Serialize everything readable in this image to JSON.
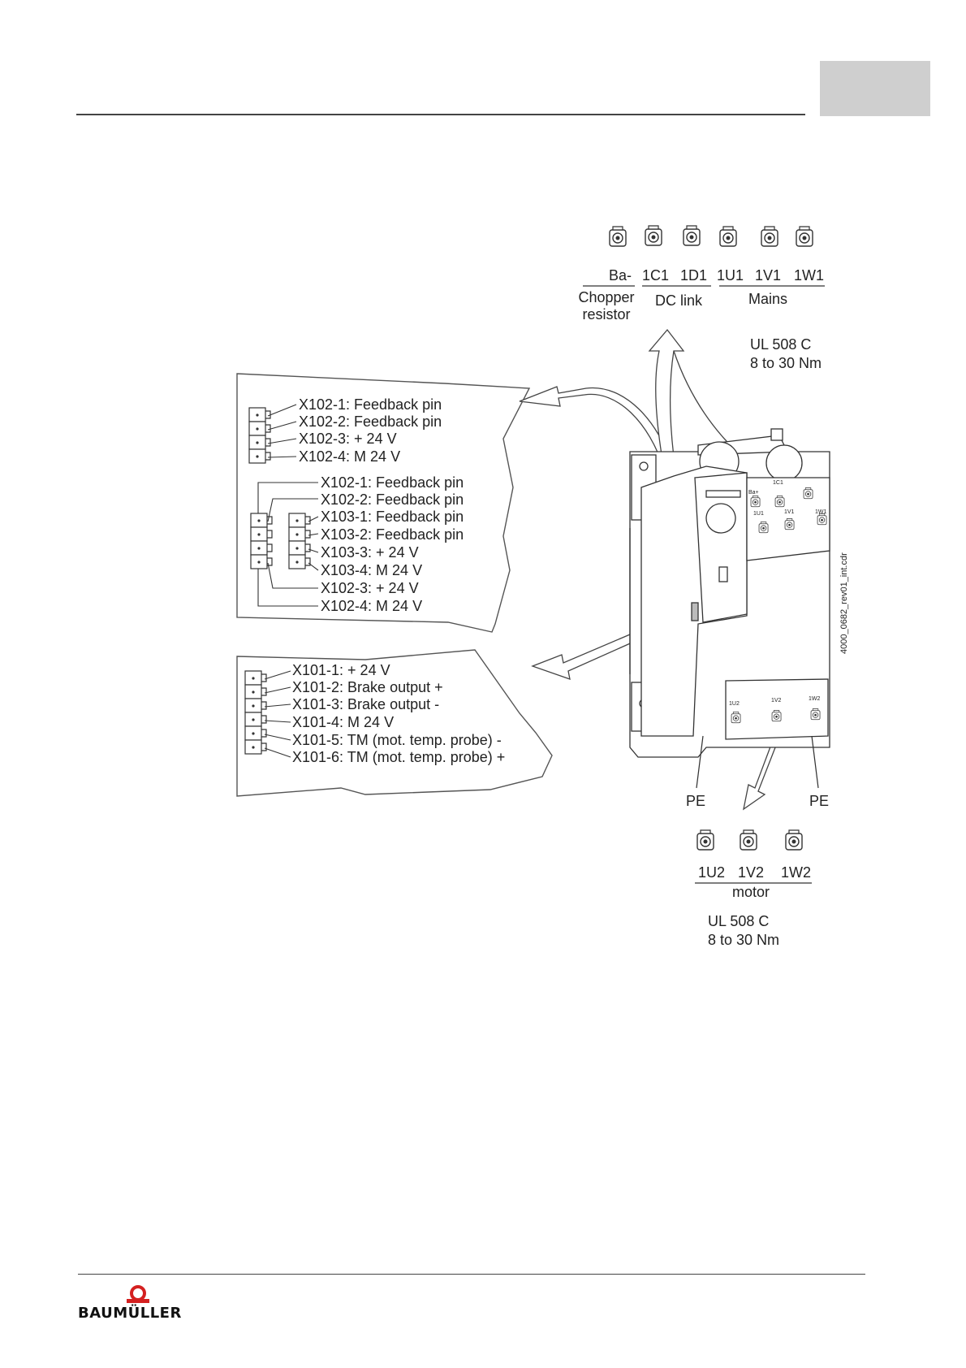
{
  "figure": {
    "terminals_top": [
      "Ba-",
      "1C1",
      "1D1",
      "1U1",
      "1V1",
      "1W1"
    ],
    "groups_top": {
      "chopper_line1": "Chopper",
      "chopper_line2": "resistor",
      "dclink": "DC link",
      "mains": "Mains"
    },
    "torque_top": {
      "line1": "UL 508 C",
      "line2": "8 to 30 Nm"
    },
    "x102_single": [
      "X102-1: Feedback pin",
      "X102-2: Feedback pin",
      "X102-3: + 24 V",
      "X102-4: M 24 V"
    ],
    "x102_x103": [
      "X102-1: Feedback pin",
      "X102-2: Feedback pin",
      "X103-1: Feedback pin",
      "X103-2: Feedback pin",
      "X103-3: + 24 V",
      "X103-4: M 24 V",
      "X102-3: + 24 V",
      "X102-4: M 24 V"
    ],
    "x101": [
      "X101-1: + 24 V",
      "X101-2: Brake output +",
      "X101-3: Brake output -",
      "X101-4: M 24 V",
      "X101-5: TM (mot. temp. probe) -",
      "X101-6: TM (mot. temp. probe) +"
    ],
    "device_labels": [
      "Ba+",
      "1C1",
      "1U1",
      "1V1",
      "1W1",
      "1U2",
      "1V2",
      "1W2"
    ],
    "pe_left": "PE",
    "pe_right": "PE",
    "terminals_bottom": [
      "1U2",
      "1V2",
      "1W2"
    ],
    "motor": "motor",
    "torque_bottom": {
      "line1": "UL 508 C",
      "line2": "8 to 30 Nm"
    },
    "file_id": "4000_0682_rev01_int.cdr"
  },
  "footer": {
    "logo_text": "BAUMÜLLER",
    "logo_color": "#d42020"
  }
}
